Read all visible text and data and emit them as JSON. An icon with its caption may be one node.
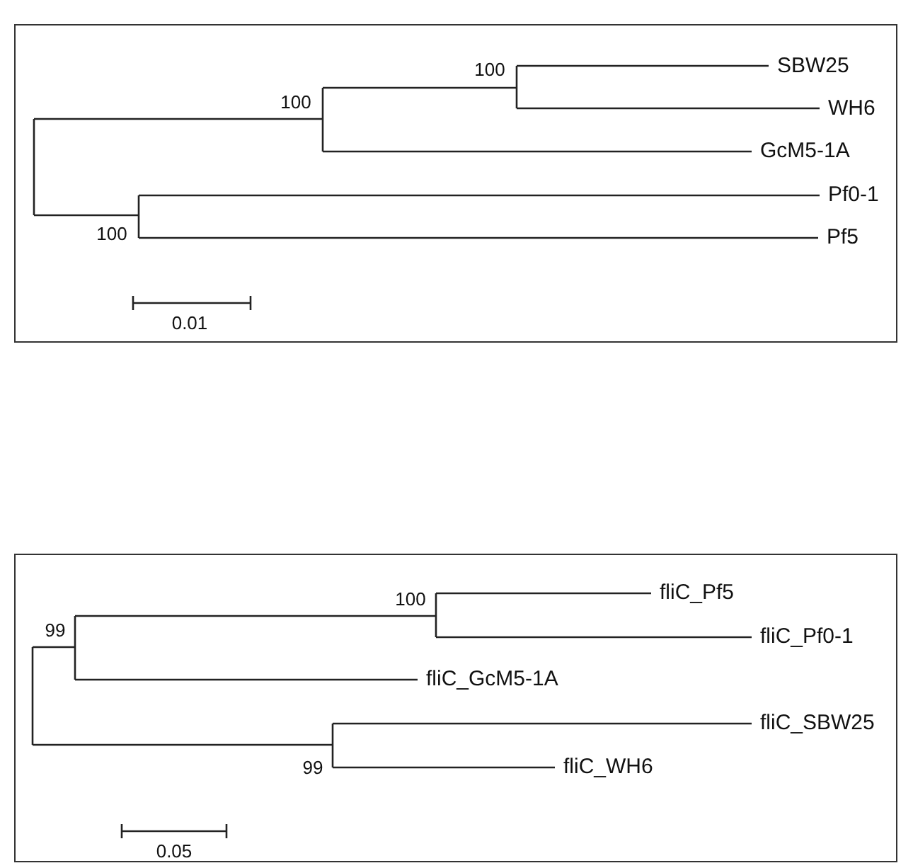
{
  "diagram": {
    "nodes": [
      {
        "text": [],
        "shape": "box"
      },
      {
        "text": [
          "SBW25"
        ],
        "in": 0
      },
      {
        "text": [
          "WH6"
        ],
        "in": 0
      },
      {
        "text": [
          "GcM5-1A"
        ],
        "in": 0
      },
      {
        "text": [
          "Pf0-1"
        ],
        "in": 0
      },
      {
        "text": [
          "Pf5"
        ],
        "in": 0
      },
      {
        "text": [],
        "shape": "box"
      },
      {
        "text": [
          "fliC_Pf5"
        ],
        "in": 6
      },
      {
        "text": [
          "fliC_Pf0-1"
        ],
        "in": 6
      },
      {
        "text": [
          "fliC_GcM5-1A"
        ],
        "in": 6
      },
      {
        "text": [
          "fliC_SBW25"
        ],
        "in": 6
      },
      {
        "text": [
          "fliC_WH6"
        ],
        "in": 6
      }
    ],
    "labels": [
      "100",
      "100",
      "100",
      "0.01",
      "100",
      "99",
      "99",
      "0.05"
    ]
  }
}
